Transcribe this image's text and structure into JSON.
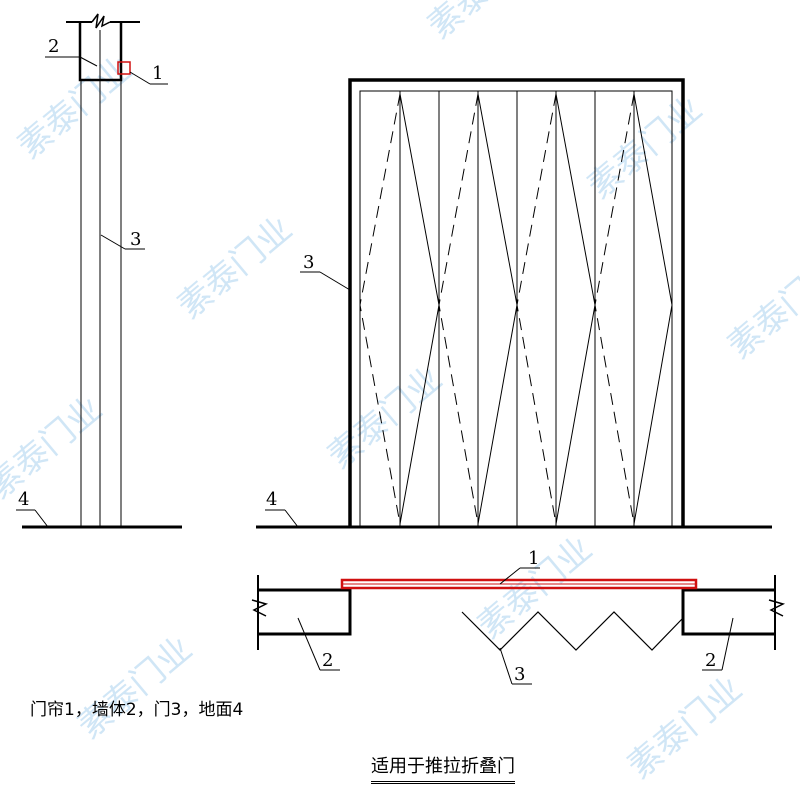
{
  "labels": {
    "curtain": "1",
    "wall": "2",
    "door": "3",
    "ground": "4"
  },
  "legend": "门帘1，墙体2，门3，地面4",
  "title": "适用于推拉折叠门",
  "watermark": "素泰门业",
  "colors": {
    "curtain": "#d01010",
    "line": "#000000",
    "watermark": "#2f8fd8"
  }
}
